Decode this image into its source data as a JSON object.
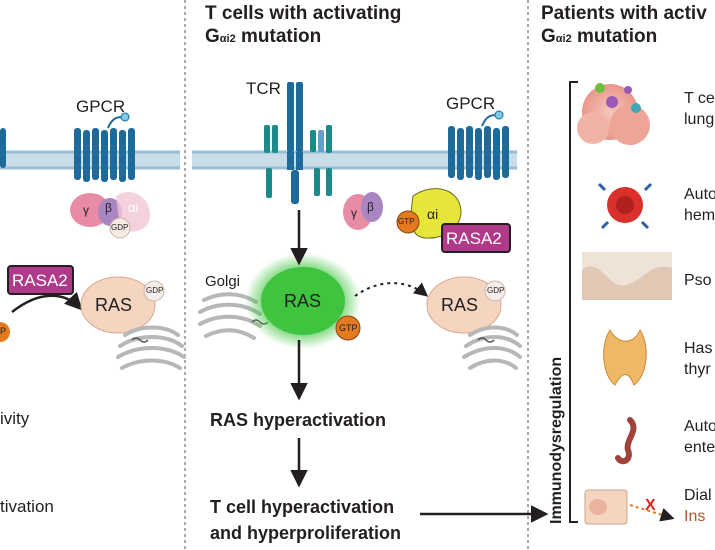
{
  "center_header": {
    "line1": "T cells with activating",
    "line2_prefix": "G",
    "line2_sub": "αi2",
    "line2_suffix": " mutation"
  },
  "right_header": {
    "line1": "Patients with activ",
    "line2_prefix": "G",
    "line2_sub": "αi2",
    "line2_suffix": " mutation"
  },
  "left_panel": {
    "gpcr": "GPCR",
    "gamma": "γ",
    "beta": "β",
    "alpha": "αi",
    "gdp": "GDP",
    "rasa2": "RASA2",
    "ras": "RAS",
    "ras_gdp": "GDP",
    "gtp_partial": "P",
    "text1": "ivity",
    "text2": "tivation"
  },
  "center_panel": {
    "tcr": "TCR",
    "gpcr": "GPCR",
    "gamma": "γ",
    "beta": "β",
    "alpha": "αi",
    "gtp": "GTP",
    "rasa2": "RASA2",
    "golgi": "Golgi",
    "ras_active": "RAS",
    "ras_active_gtp": "GTP",
    "ras_inactive": "RAS",
    "ras_inactive_gdp": "GDP",
    "result1": "RAS hyperactivation",
    "result2_line1": "T cell hyperactivation",
    "result2_line2": "and hyperproliferation"
  },
  "right_panel": {
    "vertical_label": "Immunodysregulation",
    "items": [
      {
        "line1": "T ce",
        "line2": "lung"
      },
      {
        "line1": "Auto",
        "line2": "hem"
      },
      {
        "line1": "Pso",
        "line2": ""
      },
      {
        "line1": "Has",
        "line2": "thyr"
      },
      {
        "line1": "Auto",
        "line2": "ente"
      },
      {
        "line1": "Dial",
        "line2": "Ins"
      }
    ],
    "x_mark": "X"
  },
  "colors": {
    "membrane": "#b9d3e6",
    "receptor": "#1d6a9b",
    "tcr_teal": "#1b8a8a",
    "rasa2_fill": "#b03a8a",
    "ras_active": "#3ec43e",
    "ras_peach": "#f6d5c0",
    "gtp_orange": "#e37b1e",
    "gprotein_pink": "#e88ca6",
    "gprotein_purple": "#a985c2",
    "alpha_yellow": "#e6e63a",
    "inhibit_red": "#e2231a"
  }
}
